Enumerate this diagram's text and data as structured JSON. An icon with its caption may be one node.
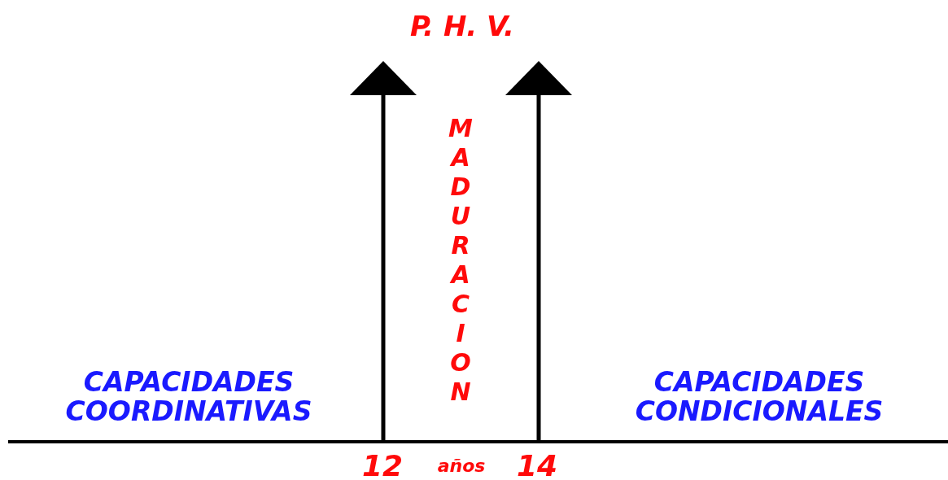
{
  "diagram": {
    "labels": [
      "P. H. V.",
      "MADURACION",
      "CAPACIDADES COORDINATIVAS",
      "CAPACIDADES CONDICIONALES",
      "12",
      "años",
      "14"
    ]
  }
}
